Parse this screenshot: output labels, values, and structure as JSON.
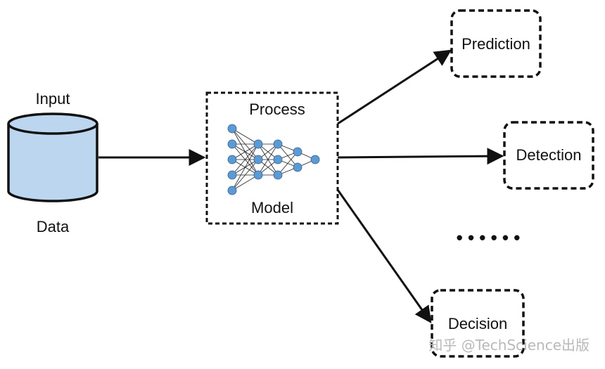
{
  "input": {
    "top_label": "Input",
    "bottom_label": "Data"
  },
  "process": {
    "top_label": "Process",
    "bottom_label": "Model"
  },
  "outputs": {
    "prediction": "Prediction",
    "detection": "Detection",
    "decision": "Decision"
  },
  "ellipsis": "• • • • • •",
  "watermark": "知乎 @TechScience出版",
  "colors": {
    "cylinder_fill": "#bcd6f0",
    "neuron_fill": "#5b9bd5",
    "stroke": "#111111"
  },
  "network": {
    "layer_sizes": [
      5,
      3,
      3,
      2,
      1
    ]
  }
}
